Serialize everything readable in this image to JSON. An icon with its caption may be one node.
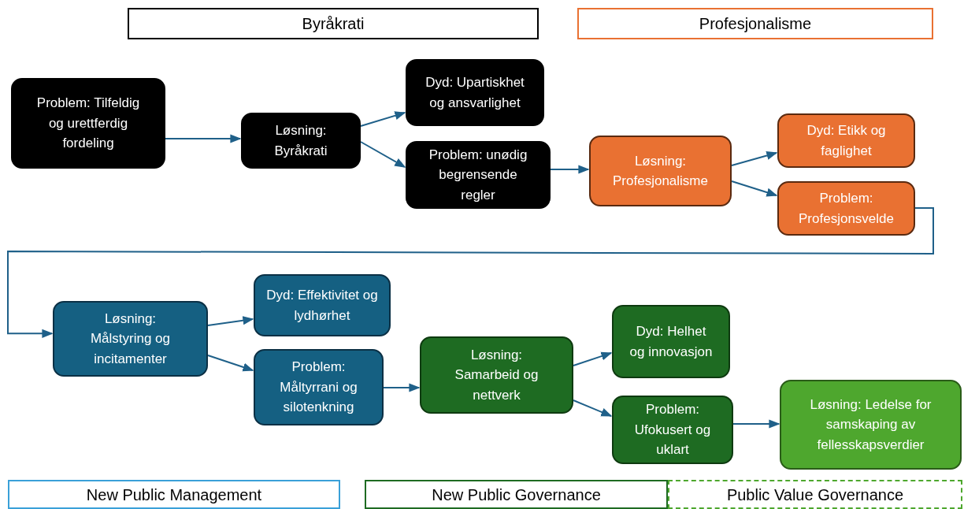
{
  "diagram": {
    "nodes": [
      {
        "text": [
          "Byråkrati"
        ]
      },
      {
        "text": [
          "Profesjonalisme"
        ]
      },
      {
        "text": [
          "Problem: Tilfeldig og urettferdig fordeling"
        ]
      },
      {
        "text": [
          "Løsning: Byråkrati"
        ]
      },
      {
        "text": [
          "Dyd: Upartiskhet og ansvarlighet"
        ]
      },
      {
        "text": [
          "Problem: unødig begrensende regler"
        ]
      },
      {
        "text": [
          "Løsning: Profesjonalisme"
        ]
      },
      {
        "text": [
          "Dyd: Etikk og faglighet"
        ]
      },
      {
        "text": [
          "Problem: Profesjonsvelde"
        ]
      },
      {
        "text": [
          "Løsning: Målstyring og incitamenter"
        ]
      },
      {
        "text": [
          "Dyd: Effektivitet og lydhørhet"
        ]
      },
      {
        "text": [
          "Problem: Måltyrrani og silotenkning"
        ]
      },
      {
        "text": [
          "Løsning: Samarbeid og nettverk"
        ]
      },
      {
        "text": [
          "Dyd: Helhet og innovasjon"
        ]
      },
      {
        "text": [
          "Problem: Ufokusert og uklart"
        ]
      },
      {
        "text": [
          "Løsning: Ledelse for samskaping av fellesskapsverdier"
        ]
      },
      {
        "text": [
          "New Public Management"
        ]
      },
      {
        "text": [
          "New Public Governance"
        ]
      },
      {
        "text": [
          "Public Value Governance"
        ]
      }
    ],
    "edges": [
      {
        "from": 2,
        "to": 3,
        "arrow": "to"
      },
      {
        "from": 3,
        "to": 4,
        "arrow": "to"
      },
      {
        "from": 3,
        "to": 5,
        "arrow": "to"
      },
      {
        "from": 5,
        "to": 6,
        "arrow": "to"
      },
      {
        "from": 6,
        "to": 7,
        "arrow": "to"
      },
      {
        "from": 6,
        "to": 8,
        "arrow": "to"
      },
      {
        "from": 8,
        "to": 9,
        "arrow": "to"
      },
      {
        "from": 9,
        "to": 10,
        "arrow": "to"
      },
      {
        "from": 9,
        "to": 11,
        "arrow": "to"
      },
      {
        "from": 11,
        "to": 12,
        "arrow": "to"
      },
      {
        "from": 12,
        "to": 13,
        "arrow": "to"
      },
      {
        "from": 12,
        "to": 14,
        "arrow": "to"
      },
      {
        "from": 14,
        "to": 15,
        "arrow": "to"
      }
    ]
  }
}
